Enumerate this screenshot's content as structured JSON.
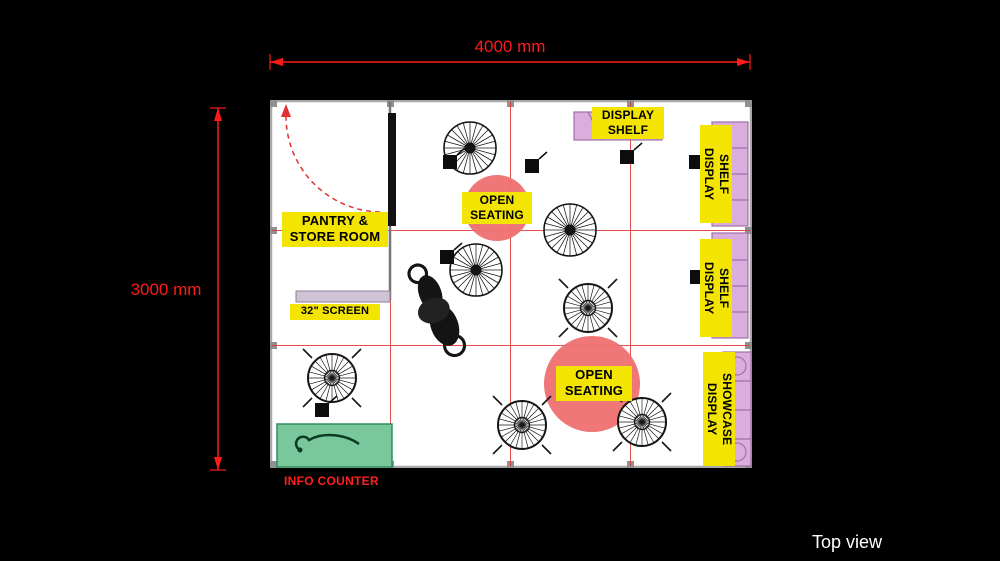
{
  "title": "Top view",
  "dimensions": {
    "width": "4000 mm",
    "height": "3000 mm"
  },
  "labels": {
    "pantry": [
      "PANTRY &",
      "STORE ROOM"
    ],
    "screen": "32\" SCREEN",
    "open_seating": [
      "OPEN",
      "SEATING"
    ],
    "display_shelf": [
      "DISPLAY",
      "SHELF"
    ],
    "display_showcase": [
      "DISPLAY",
      "SHOWCASE"
    ],
    "info_counter": "INFO COUNTER"
  },
  "colors": {
    "background": "#000000",
    "floor": "#ffffff",
    "dimension_red": "#ff1a1a",
    "label_yellow": "#f3e402",
    "seating_pink": "#ee7070",
    "counter_green": "#79c79b",
    "shelf_purple": "#d9aedd",
    "grid_red": "#e23a3a"
  }
}
